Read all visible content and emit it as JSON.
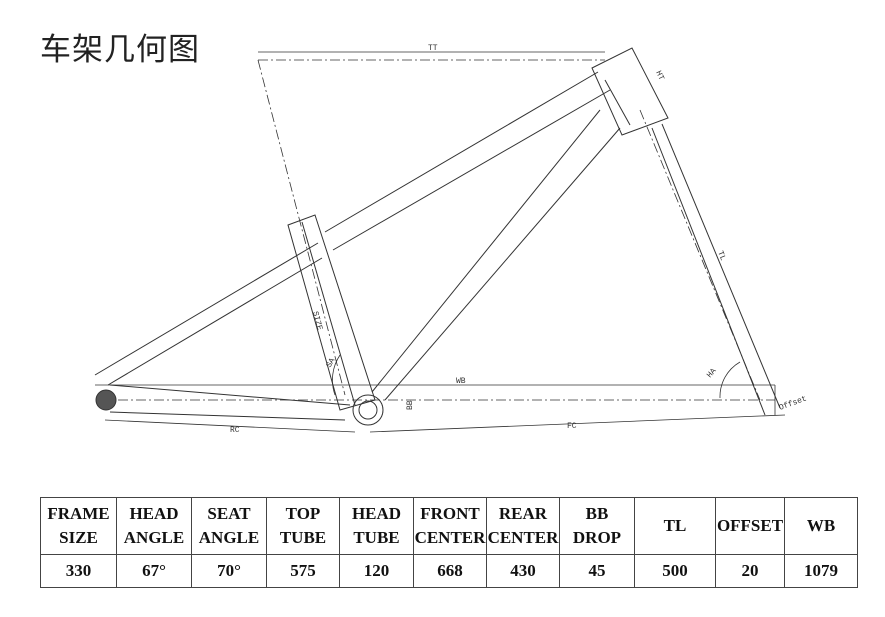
{
  "title": "车架几何图",
  "drawing": {
    "labels": {
      "tt": "TT",
      "ht": "HT",
      "tl": "TL",
      "size": "SIZE",
      "sa": "SA",
      "ha": "HA",
      "wb": "WB",
      "bb": "BB",
      "rc": "RC",
      "fc": "FC",
      "offset": "Offset"
    }
  },
  "table": {
    "headers": [
      [
        "FRAME",
        "SIZE"
      ],
      [
        "HEAD",
        "ANGLE"
      ],
      [
        "SEAT",
        "ANGLE"
      ],
      [
        "TOP",
        "TUBE"
      ],
      [
        "HEAD",
        "TUBE"
      ],
      [
        "FRONT",
        "CENTER"
      ],
      [
        "REAR",
        "CENTER"
      ],
      [
        "BB",
        "DROP"
      ],
      [
        "TL",
        ""
      ],
      [
        "OFFSET",
        ""
      ],
      [
        "WB",
        ""
      ]
    ],
    "values": [
      "330",
      "67°",
      "70°",
      "575",
      "120",
      "668",
      "430",
      "45",
      "500",
      "20",
      "1079"
    ]
  }
}
